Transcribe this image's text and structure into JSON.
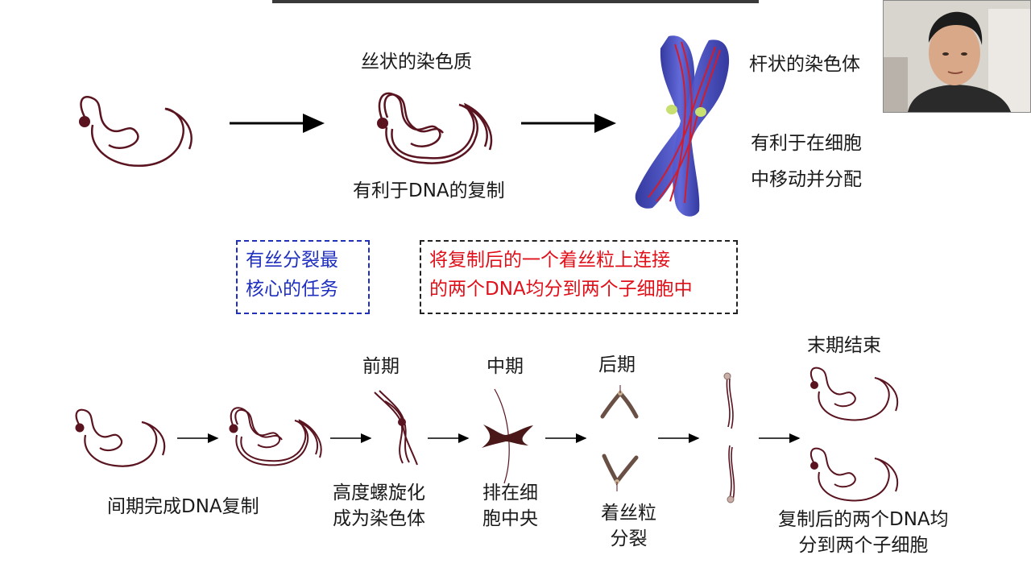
{
  "top": {
    "label_silk": "丝状的染色质",
    "label_dna_copy": "有利于DNA的复制",
    "label_rod": "杆状的染色体",
    "label_move": "有利于在细胞\n中移动并分配"
  },
  "boxes": {
    "core_task": "有丝分裂最\n核心的任务",
    "description": "将复制后的一个着丝粒上连接\n的两个DNA均分到两个子细胞中"
  },
  "stages": {
    "interphase_caption": "间期完成DNA复制",
    "prophase": "前期",
    "prophase_caption": "高度螺旋化\n成为染色体",
    "metaphase": "中期",
    "metaphase_caption": "排在细\n胞中央",
    "anaphase": "后期",
    "anaphase_caption": "着丝粒\n分裂",
    "telophase": "末期结束",
    "telophase_caption": "复制后的两个DNA均\n分到两个子细胞"
  },
  "colors": {
    "strand": "#5a1420",
    "chromosome_blue": "#3a3fb5",
    "red_text": "#e0101a",
    "blue_text": "#1f2fbf"
  }
}
